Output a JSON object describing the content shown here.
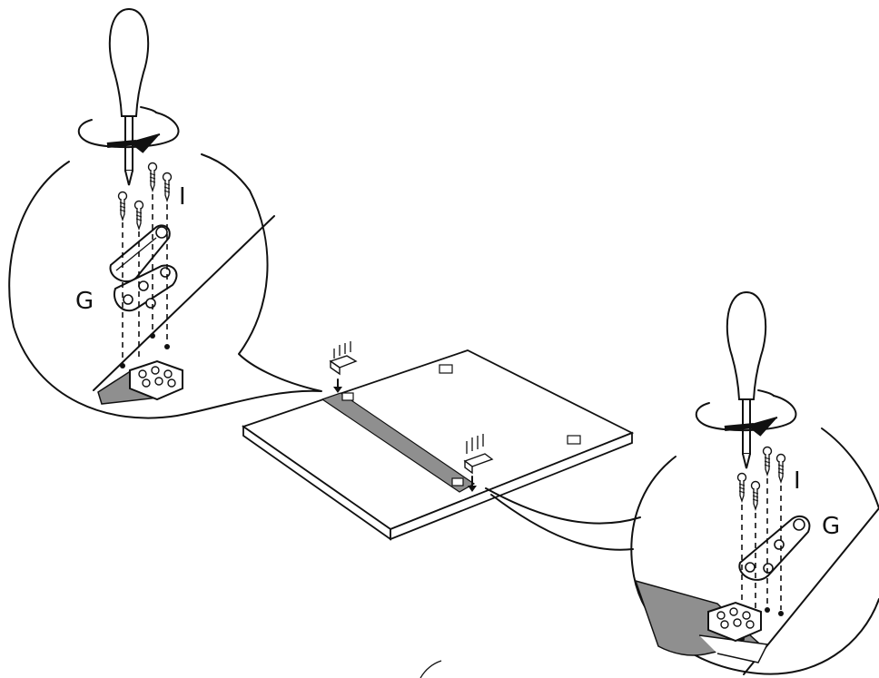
{
  "labels": {
    "left_hinge": "G",
    "left_screws": "I",
    "right_hinge": "G",
    "right_screws": "I"
  },
  "colors": {
    "line": "#111111",
    "groove": "#8f8f8f",
    "background": "#ffffff"
  },
  "icons": [
    "screwdriver-icon",
    "rotation-arrow-icon",
    "screw-icon",
    "hinge-icon",
    "hinge-plate-icon",
    "down-arrow-icon"
  ]
}
